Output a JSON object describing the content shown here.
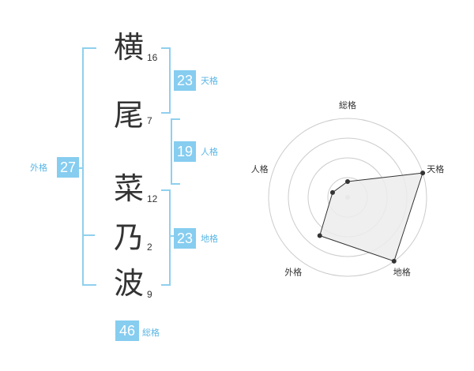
{
  "name": {
    "chars": [
      {
        "char": "横",
        "strokes": "16"
      },
      {
        "char": "尾",
        "strokes": "7"
      },
      {
        "char": "菜",
        "strokes": "12"
      },
      {
        "char": "乃",
        "strokes": "2"
      },
      {
        "char": "波",
        "strokes": "9"
      }
    ]
  },
  "kaku": {
    "tenkaku": {
      "value": "23",
      "label": "天格"
    },
    "jinkaku": {
      "value": "19",
      "label": "人格"
    },
    "chikaku": {
      "value": "23",
      "label": "地格"
    },
    "gaikaku": {
      "value": "27",
      "label": "外格"
    },
    "soukaku": {
      "value": "46",
      "label": "総格"
    }
  },
  "chart_data": {
    "type": "radar",
    "axes": [
      "総格",
      "天格",
      "地格",
      "外格",
      "人格"
    ],
    "values": [
      1,
      5,
      5,
      3,
      1
    ],
    "range": [
      0,
      5
    ],
    "rings": 4,
    "colors": {
      "line": "#333333",
      "fill": "#ececec",
      "grid": "#cccccc",
      "point": "#333333"
    }
  }
}
